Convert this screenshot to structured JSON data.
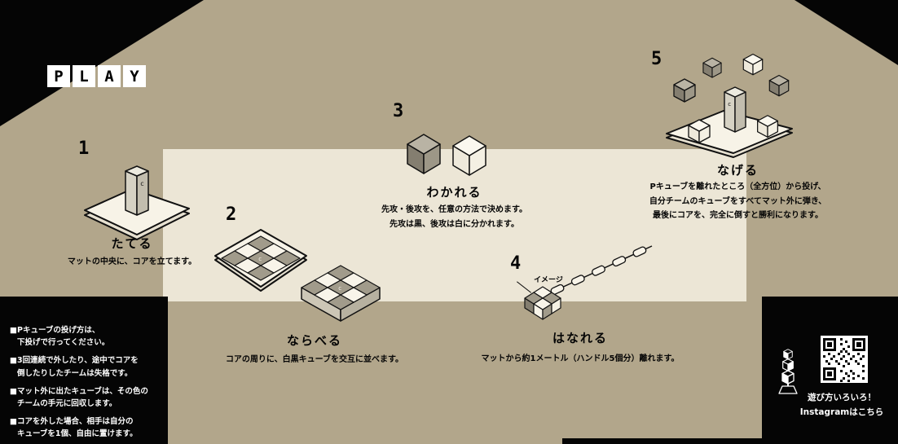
{
  "colors": {
    "kraft": "#b2a68b",
    "panel": "#ece6d6",
    "ink": "#050505",
    "paper": "#ffffff"
  },
  "title": {
    "letters": [
      "P",
      "L",
      "A",
      "Y"
    ]
  },
  "core_mark": "c",
  "steps": [
    {
      "number": "1",
      "label": "たてる",
      "line1": "マットの中央に、コアを立てます。"
    },
    {
      "number": "2",
      "label": "ならべる",
      "line1": "コアの周りに、白黒キューブを交互に並べます。"
    },
    {
      "number": "3",
      "label": "わかれる",
      "line1": "先攻・後攻を、任意の方法で決めます。",
      "line2": "先攻は黒、後攻は白に分かれます。"
    },
    {
      "number": "4",
      "label": "はなれる",
      "line1": "マットから約1メートル（ハンドル5個分）離れます。",
      "annotation": "イメージ"
    },
    {
      "number": "5",
      "label": "なげる",
      "line1": "Pキューブを離れたところ（全方位）から投げ、",
      "line2": "自分チームのキューブをすべてマット外に弾き、",
      "line3": "最後にコアを、完全に倒すと勝利になります。"
    }
  ],
  "rules": [
    {
      "line1": "■Pキューブの投げ方は、",
      "line2": "下投げで行ってください。"
    },
    {
      "line1": "■3回連続で外したり、途中でコアを",
      "line2": "倒したりしたチームは失格です。"
    },
    {
      "line1": "■マット外に出たキューブは、その色の",
      "line2": "チームの手元に回収します。"
    },
    {
      "line1": "■コアを外した場合、相手は自分の",
      "line2": "キューブを1個、自由に置けます。"
    }
  ],
  "footer": {
    "line1": "遊び方いろいろ！",
    "line2": "Instagramはこちら"
  }
}
